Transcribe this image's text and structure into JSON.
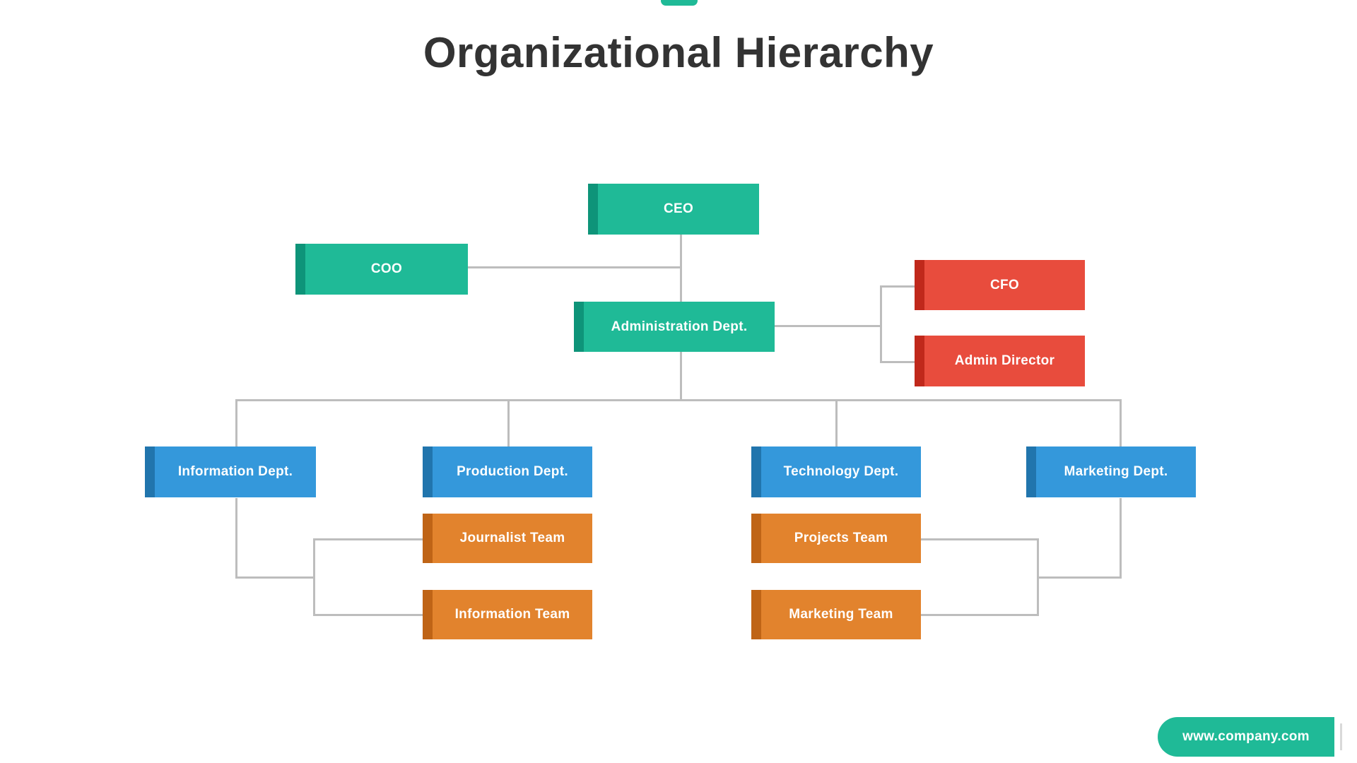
{
  "page": {
    "title": "Organizational Hierarchy",
    "background_color": "#ffffff",
    "top_accent_color": "#1FBA97"
  },
  "palette": {
    "teal": "#1FBA97",
    "teal_accent": "#0E9479",
    "red": "#E84C3D",
    "red_accent": "#C0281B",
    "blue": "#3498DB",
    "blue_accent": "#2175AD",
    "orange": "#E2832D",
    "orange_accent": "#BF6416",
    "connector": "#bdbdbd",
    "title_text": "#333333"
  },
  "chart_data": {
    "type": "diagram",
    "title": "Organizational Hierarchy",
    "nodes": [
      {
        "id": "ceo",
        "label": "CEO",
        "level": 1,
        "color": "teal"
      },
      {
        "id": "coo",
        "label": "COO",
        "level": 2,
        "color": "teal"
      },
      {
        "id": "admin_dept",
        "label": "Administration Dept.",
        "level": 3,
        "color": "teal"
      },
      {
        "id": "cfo",
        "label": "CFO",
        "level": 3,
        "color": "red"
      },
      {
        "id": "admin_director",
        "label": "Admin Director",
        "level": 3,
        "color": "red"
      },
      {
        "id": "information_dept",
        "label": "Information Dept.",
        "level": 4,
        "color": "blue"
      },
      {
        "id": "production_dept",
        "label": "Production Dept.",
        "level": 4,
        "color": "blue"
      },
      {
        "id": "technology_dept",
        "label": "Technology Dept.",
        "level": 4,
        "color": "blue"
      },
      {
        "id": "marketing_dept",
        "label": "Marketing Dept.",
        "level": 4,
        "color": "blue"
      },
      {
        "id": "journalist_team",
        "label": "Journalist Team",
        "level": 5,
        "color": "orange"
      },
      {
        "id": "information_team",
        "label": "Information Team",
        "level": 5,
        "color": "orange"
      },
      {
        "id": "projects_team",
        "label": "Projects Team",
        "level": 5,
        "color": "orange"
      },
      {
        "id": "marketing_team",
        "label": "Marketing Team",
        "level": 5,
        "color": "orange"
      }
    ],
    "edges": [
      {
        "from": "ceo",
        "to": "coo"
      },
      {
        "from": "ceo",
        "to": "admin_dept"
      },
      {
        "from": "admin_dept",
        "to": "cfo"
      },
      {
        "from": "admin_dept",
        "to": "admin_director"
      },
      {
        "from": "admin_dept",
        "to": "information_dept"
      },
      {
        "from": "admin_dept",
        "to": "production_dept"
      },
      {
        "from": "admin_dept",
        "to": "technology_dept"
      },
      {
        "from": "admin_dept",
        "to": "marketing_dept"
      },
      {
        "from": "information_dept",
        "to": "journalist_team"
      },
      {
        "from": "information_dept",
        "to": "information_team"
      },
      {
        "from": "marketing_dept",
        "to": "projects_team"
      },
      {
        "from": "marketing_dept",
        "to": "marketing_team"
      }
    ]
  },
  "footer": {
    "url": "www.company.com"
  }
}
